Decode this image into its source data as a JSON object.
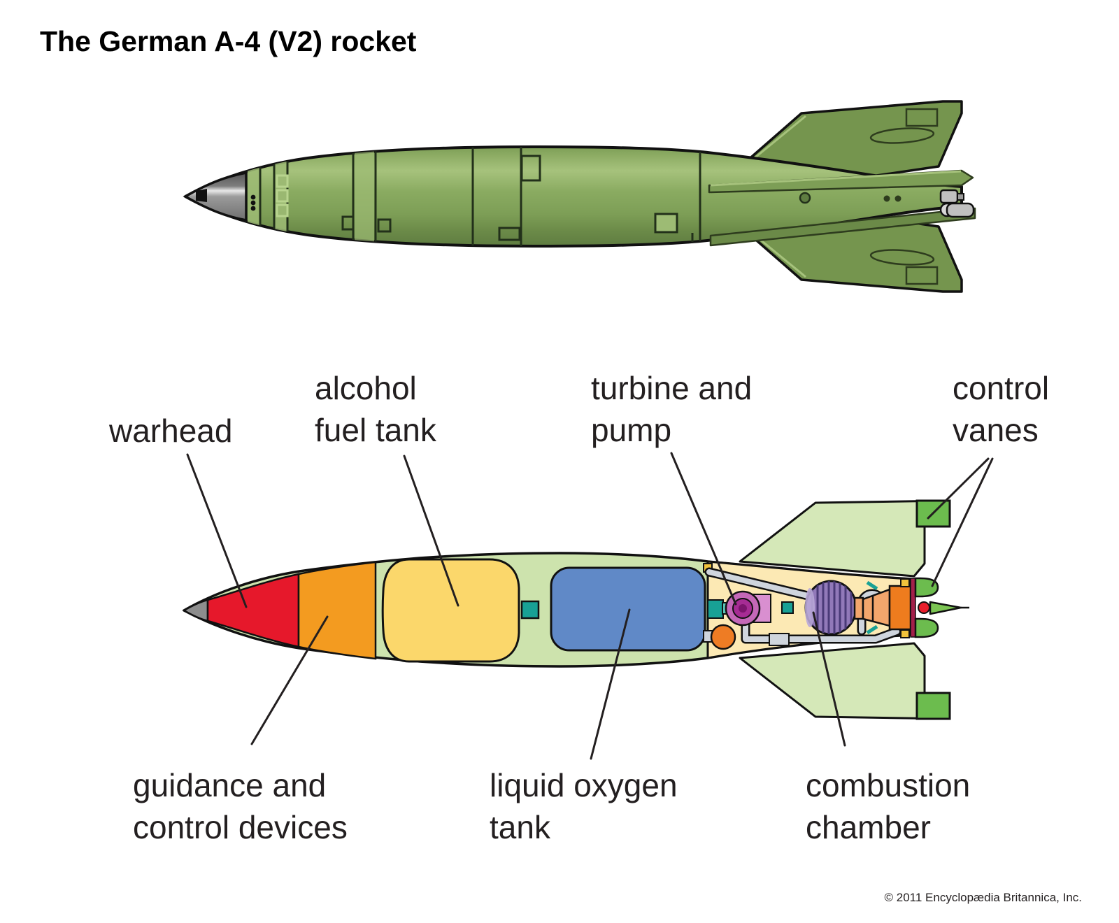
{
  "title": "The German A-4 (V2) rocket",
  "copyright": "© 2011 Encyclopædia Britannica, Inc.",
  "labels": {
    "warhead": "warhead",
    "alcohol_1": "alcohol",
    "alcohol_2": "fuel tank",
    "turbine_1": "turbine and",
    "turbine_2": "pump",
    "vanes_1": "control",
    "vanes_2": "vanes",
    "guidance_1": "guidance and",
    "guidance_2": "control devices",
    "lox_1": "liquid oxygen",
    "lox_2": "tank",
    "combustion_1": "combustion",
    "combustion_2": "chamber"
  },
  "parts": [
    {
      "label": "warhead",
      "color": "#e6182b"
    },
    {
      "label": "guidance and control devices",
      "color": "#f39b20"
    },
    {
      "label": "alcohol fuel tank",
      "color": "#fbd76b"
    },
    {
      "label": "liquid oxygen tank",
      "color": "#6089c7"
    },
    {
      "label": "turbine and pump",
      "color": "#c468b8"
    },
    {
      "label": "combustion chamber",
      "color": "#9179b9"
    },
    {
      "label": "control vanes",
      "color": "#6cbc4e"
    }
  ],
  "colors": {
    "outline": "#111111",
    "panel": "#22301a",
    "body_green": "#83a45b",
    "body_band_light": "#9dbb74",
    "fin_green": "#75954e",
    "fin_edge_light": "#a6c27c",
    "far_fin": "#7d9e56",
    "near_fin": "#6b8a48",
    "metal_gray": "#c0c0c0",
    "metal_gray2": "#9a9a9a",
    "hull_interior": "#cde3ad",
    "fin_pale": "#d5e8b8",
    "vane_green": "#6cbc4e",
    "warhead_red": "#e6182b",
    "guidance_orange": "#f39b20",
    "fuel_yellow": "#fbd76b",
    "lox_blue": "#6089c7",
    "bay_cream": "#fce9b4",
    "teal": "#18a195",
    "teal_light": "#5bc4b8",
    "pump_pink": "#d98fd0",
    "pump_magenta": "#c468b8",
    "pump_dark": "#a62c94",
    "pump_core": "#7c156d",
    "orange_tank": "#ee7c24",
    "chamber_purple": "#9179b9",
    "chamber_stripe": "#4a3a78",
    "chamber_light": "#b9a8d8",
    "nozzle_light": "#f3a66c",
    "nozzle_dark": "#ee7c1e",
    "maroon": "#a3204a",
    "gold": "#f0c23c",
    "exhaust_red": "#e81e2c",
    "spike_green": "#7cc553",
    "pipe_gray": "#cfd5dd",
    "nose_tip_gray": "#8d8d8d",
    "text": "#231f20",
    "leader_line": "#231f20"
  }
}
